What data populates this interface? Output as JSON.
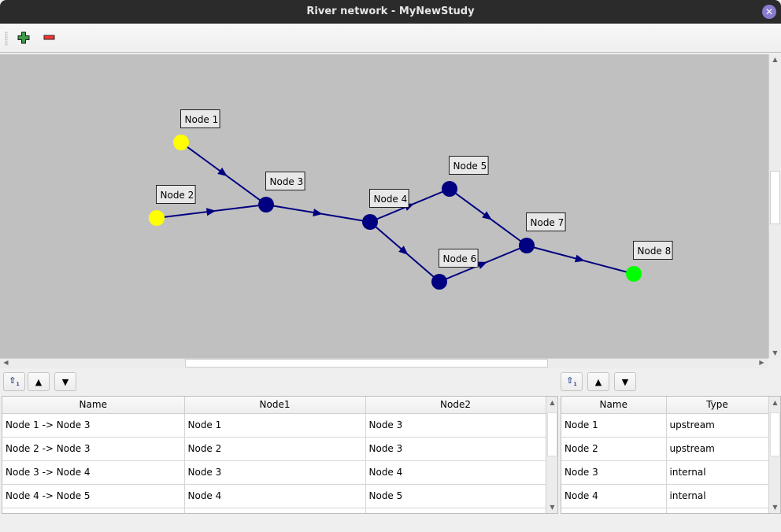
{
  "window": {
    "title": "River network - MyNewStudy",
    "close_icon": "close-icon"
  },
  "toolbar": {
    "add_icon": "plus-icon",
    "remove_icon": "minus-icon"
  },
  "colors": {
    "upstream": "#ffff00",
    "internal": "#000080",
    "downstream": "#00ff00",
    "edge": "#000080",
    "canvas": "#c0c0c0"
  },
  "network": {
    "nodes": [
      {
        "name": "Node 1",
        "type": "upstream"
      },
      {
        "name": "Node 2",
        "type": "upstream"
      },
      {
        "name": "Node 3",
        "type": "internal"
      },
      {
        "name": "Node 4",
        "type": "internal"
      },
      {
        "name": "Node 5",
        "type": "internal"
      },
      {
        "name": "Node 6",
        "type": "internal"
      },
      {
        "name": "Node 7",
        "type": "internal"
      },
      {
        "name": "Node 8",
        "type": "downstream"
      }
    ],
    "edges": [
      [
        "Node 1",
        "Node 3"
      ],
      [
        "Node 2",
        "Node 3"
      ],
      [
        "Node 3",
        "Node 4"
      ],
      [
        "Node 4",
        "Node 5"
      ],
      [
        "Node 4",
        "Node 6"
      ],
      [
        "Node 5",
        "Node 7"
      ],
      [
        "Node 6",
        "Node 7"
      ],
      [
        "Node 7",
        "Node 8"
      ]
    ]
  },
  "edges_table": {
    "columns": [
      "Name",
      "Node1",
      "Node2"
    ],
    "rows": [
      [
        "Node 1 -> Node 3",
        "Node 1",
        "Node 3"
      ],
      [
        "Node 2 -> Node 3",
        "Node 2",
        "Node 3"
      ],
      [
        "Node 3 -> Node 4",
        "Node 3",
        "Node 4"
      ],
      [
        "Node 4 -> Node 5",
        "Node 4",
        "Node 5"
      ]
    ]
  },
  "nodes_table": {
    "columns": [
      "Name",
      "Type"
    ],
    "rows": [
      [
        "Node 1",
        "upstream"
      ],
      [
        "Node 2",
        "upstream"
      ],
      [
        "Node 3",
        "internal"
      ],
      [
        "Node 4",
        "internal"
      ]
    ]
  },
  "buttons": {
    "sort_icon": "sort-icon",
    "up_icon": "arrow-up-icon",
    "down_icon": "arrow-down-icon"
  }
}
